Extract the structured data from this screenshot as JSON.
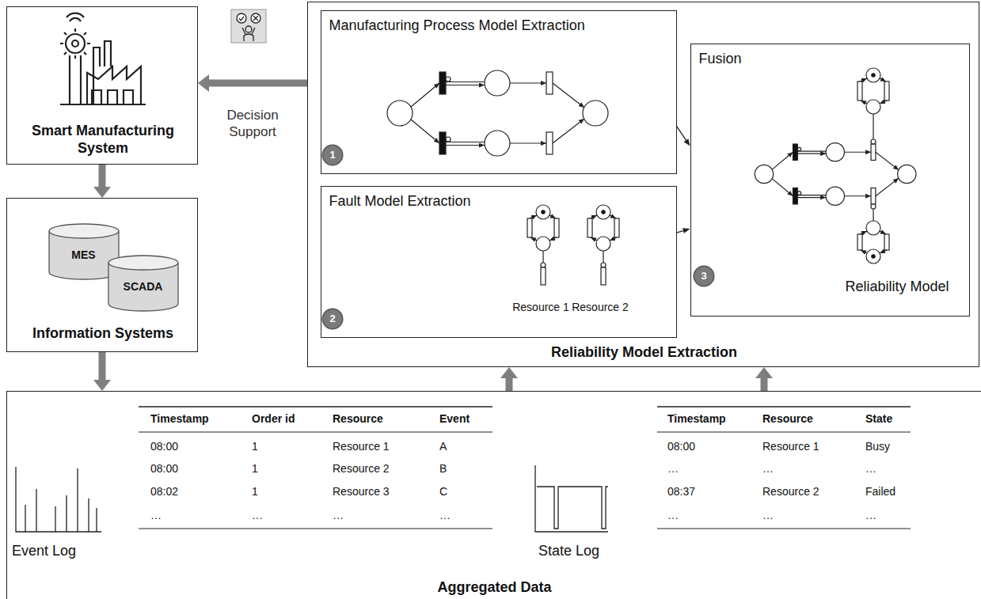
{
  "diagram": {
    "nodes": [
      {
        "text": [
          "Smart Manufacturing System"
        ]
      },
      {
        "text": [
          "Information Systems"
        ]
      },
      {
        "text": [
          "MES"
        ],
        "in": 1
      },
      {
        "text": [
          "SCADA"
        ],
        "in": 1
      },
      {
        "text": [
          "Reliability Model Extraction"
        ]
      },
      {
        "text": [
          "Manufacturing Process Model Extraction"
        ],
        "in": 4
      },
      {
        "text": [
          "1"
        ],
        "in": 5
      },
      {
        "text": [
          "Fault Model Extraction"
        ],
        "in": 4
      },
      {
        "text": [
          "2"
        ],
        "in": 7
      },
      {
        "text": [
          "Fusion",
          "Reliability Model"
        ],
        "in": 4
      },
      {
        "text": [
          "3"
        ],
        "in": 9
      },
      {
        "text": [
          "Aggregated Data"
        ]
      }
    ],
    "edges": [
      {
        "from": 0,
        "to": 1,
        "arrow": "to"
      },
      {
        "from": 1,
        "to": 11,
        "arrow": "to"
      },
      {
        "from": 11,
        "to": 4,
        "arrow": "to"
      },
      {
        "from": 11,
        "to": 4,
        "arrow": "to"
      },
      {
        "from": 4,
        "to": 0,
        "label": "Decision Support",
        "arrow": "to"
      },
      {
        "from": 5,
        "to": 9,
        "arrow": "to"
      },
      {
        "from": 7,
        "to": 9,
        "arrow": "to"
      }
    ],
    "labels": [
      "Resource 1",
      "Resource 2",
      "Event Log",
      "Timestamp",
      "Order id",
      "Resource",
      "Event",
      "08:00",
      "1",
      "Resource 1",
      "A",
      "08:00",
      "1",
      "Resource 2",
      "B",
      "08:02",
      "1",
      "Resource 3",
      "C",
      "…",
      "…",
      "…",
      "…",
      "State Log",
      "Timestamp",
      "Resource",
      "State",
      "08:00",
      "Resource 1",
      "Busy",
      "…",
      "…",
      "…",
      "08:37",
      "Resource 2",
      "Failed",
      "…",
      "…",
      "…"
    ]
  }
}
